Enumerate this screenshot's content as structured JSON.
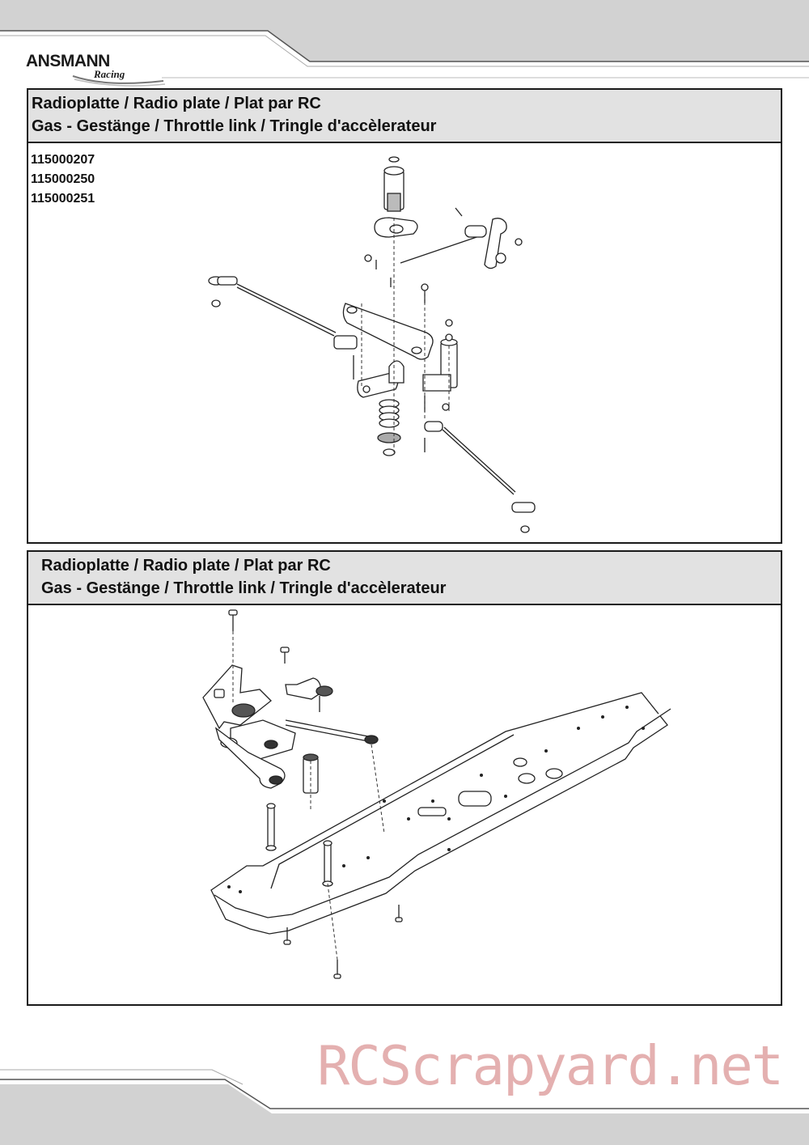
{
  "brand": {
    "logo_name": "ANSMANN",
    "logo_sub": "Racing"
  },
  "sections": [
    {
      "title_line1": "Radioplatte / Radio plate / Plat par RC",
      "title_line2": "Gas - Gestänge / Throttle link / Tringle d'accèlerateur",
      "part_numbers": [
        "115000207",
        "115000250",
        "115000251"
      ]
    },
    {
      "title_line1": "Radioplatte / Radio plate / Plat par RC",
      "title_line2": "Gas - Gestänge / Throttle link / Tringle d'accèlerateur"
    }
  ],
  "watermark": "RCScrapyard.net",
  "colors": {
    "header_band": "#d2d2d2",
    "panel_header": "#e2e2e2",
    "line": "#1a1a1a",
    "watermark": "#e4b0b0"
  }
}
